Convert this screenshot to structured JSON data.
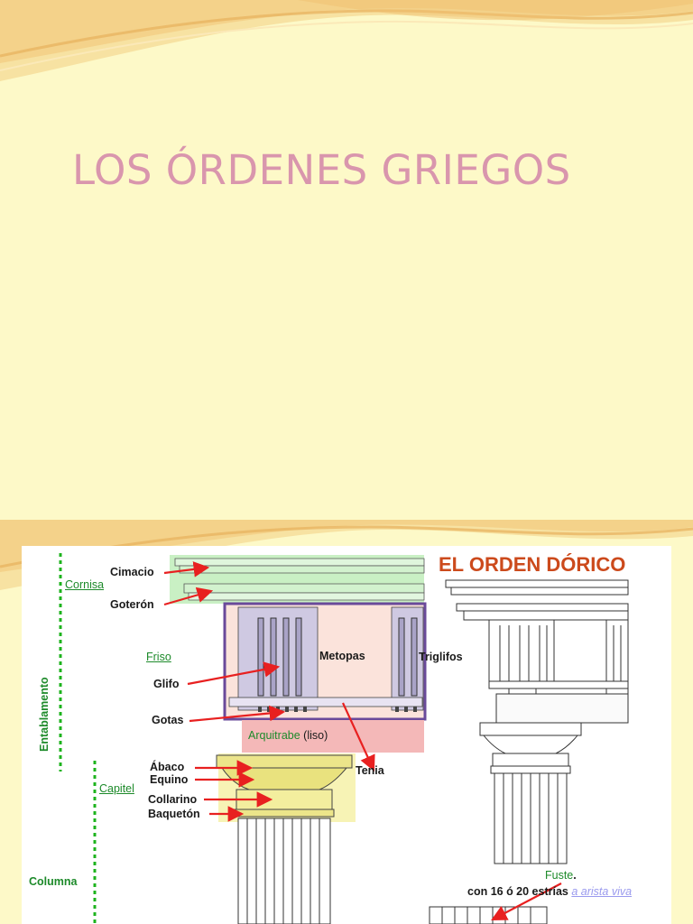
{
  "slide1": {
    "title": "LOS ÓRDENES GRIEGOS"
  },
  "slide2": {
    "diagram": {
      "heading": "EL ORDEN DÓRICO",
      "labels": {
        "entablamento": "Entablamento",
        "cornisa": "Cornisa",
        "cimacio": "Cimacio",
        "goteron": "Goterón",
        "friso": "Friso",
        "glifo": "Glifo",
        "gotas": "Gotas",
        "metopas": "Metopas",
        "triglifos": "Triglifos",
        "arquitrabe": "Arquitrabe",
        "arquitrabe_note": "(liso)",
        "tenia": "Tenia",
        "capitel": "Capitel",
        "abaco": "Ábaco",
        "equino": "Equino",
        "collarino": "Collarino",
        "baqueton": "Baquetón",
        "columna": "Columna",
        "fuste": "Fuste",
        "fuste_punct": ".",
        "estrias": "con 16 ó 20 estrías",
        "arista": "a arista viva"
      }
    }
  },
  "colors": {
    "background": "#fdf9c8",
    "title": "#d996ad",
    "heading": "#cc4a1c",
    "green_label": "#1d8a2a",
    "arrow": "#e82020",
    "cornisa_fill": "#c9f0c4",
    "friso_box": "#6a4a9a",
    "arquitrabe_fill": "#f4b8b8",
    "capitel_fill": "#f5f0a0"
  }
}
